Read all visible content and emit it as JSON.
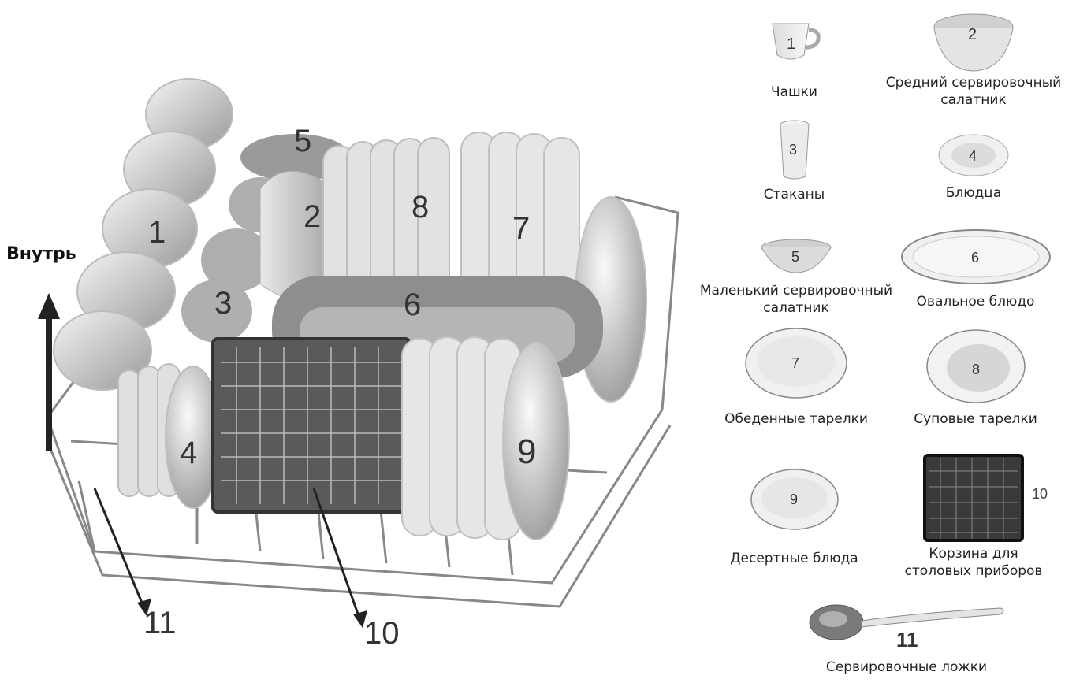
{
  "direction_label": "Внутрь",
  "rack_numbers": [
    "1",
    "2",
    "3",
    "4",
    "5",
    "6",
    "7",
    "8",
    "9",
    "10",
    "11"
  ],
  "legend": [
    {
      "num": "1",
      "icon": "cup-icon",
      "label": "Чашки"
    },
    {
      "num": "2",
      "icon": "serving-bowl-icon",
      "label": "Средний сервировочный салатник"
    },
    {
      "num": "3",
      "icon": "glass-icon",
      "label": "Стаканы"
    },
    {
      "num": "4",
      "icon": "saucer-icon",
      "label": "Блюдца"
    },
    {
      "num": "5",
      "icon": "small-bowl-icon",
      "label": "Маленький сервировочный салатник"
    },
    {
      "num": "6",
      "icon": "oval-platter-icon",
      "label": "Овальное блюдо"
    },
    {
      "num": "7",
      "icon": "dinner-plate-icon",
      "label": "Обеденные тарелки"
    },
    {
      "num": "8",
      "icon": "soup-plate-icon",
      "label": "Суповые тарелки"
    },
    {
      "num": "9",
      "icon": "dessert-plate-icon",
      "label": "Десертные блюда"
    },
    {
      "num": "10",
      "icon": "cutlery-basket-icon",
      "label": "Корзина для столовых приборов"
    },
    {
      "num": "11",
      "icon": "serving-spoon-icon",
      "label": "Сервировочные ложки"
    }
  ]
}
